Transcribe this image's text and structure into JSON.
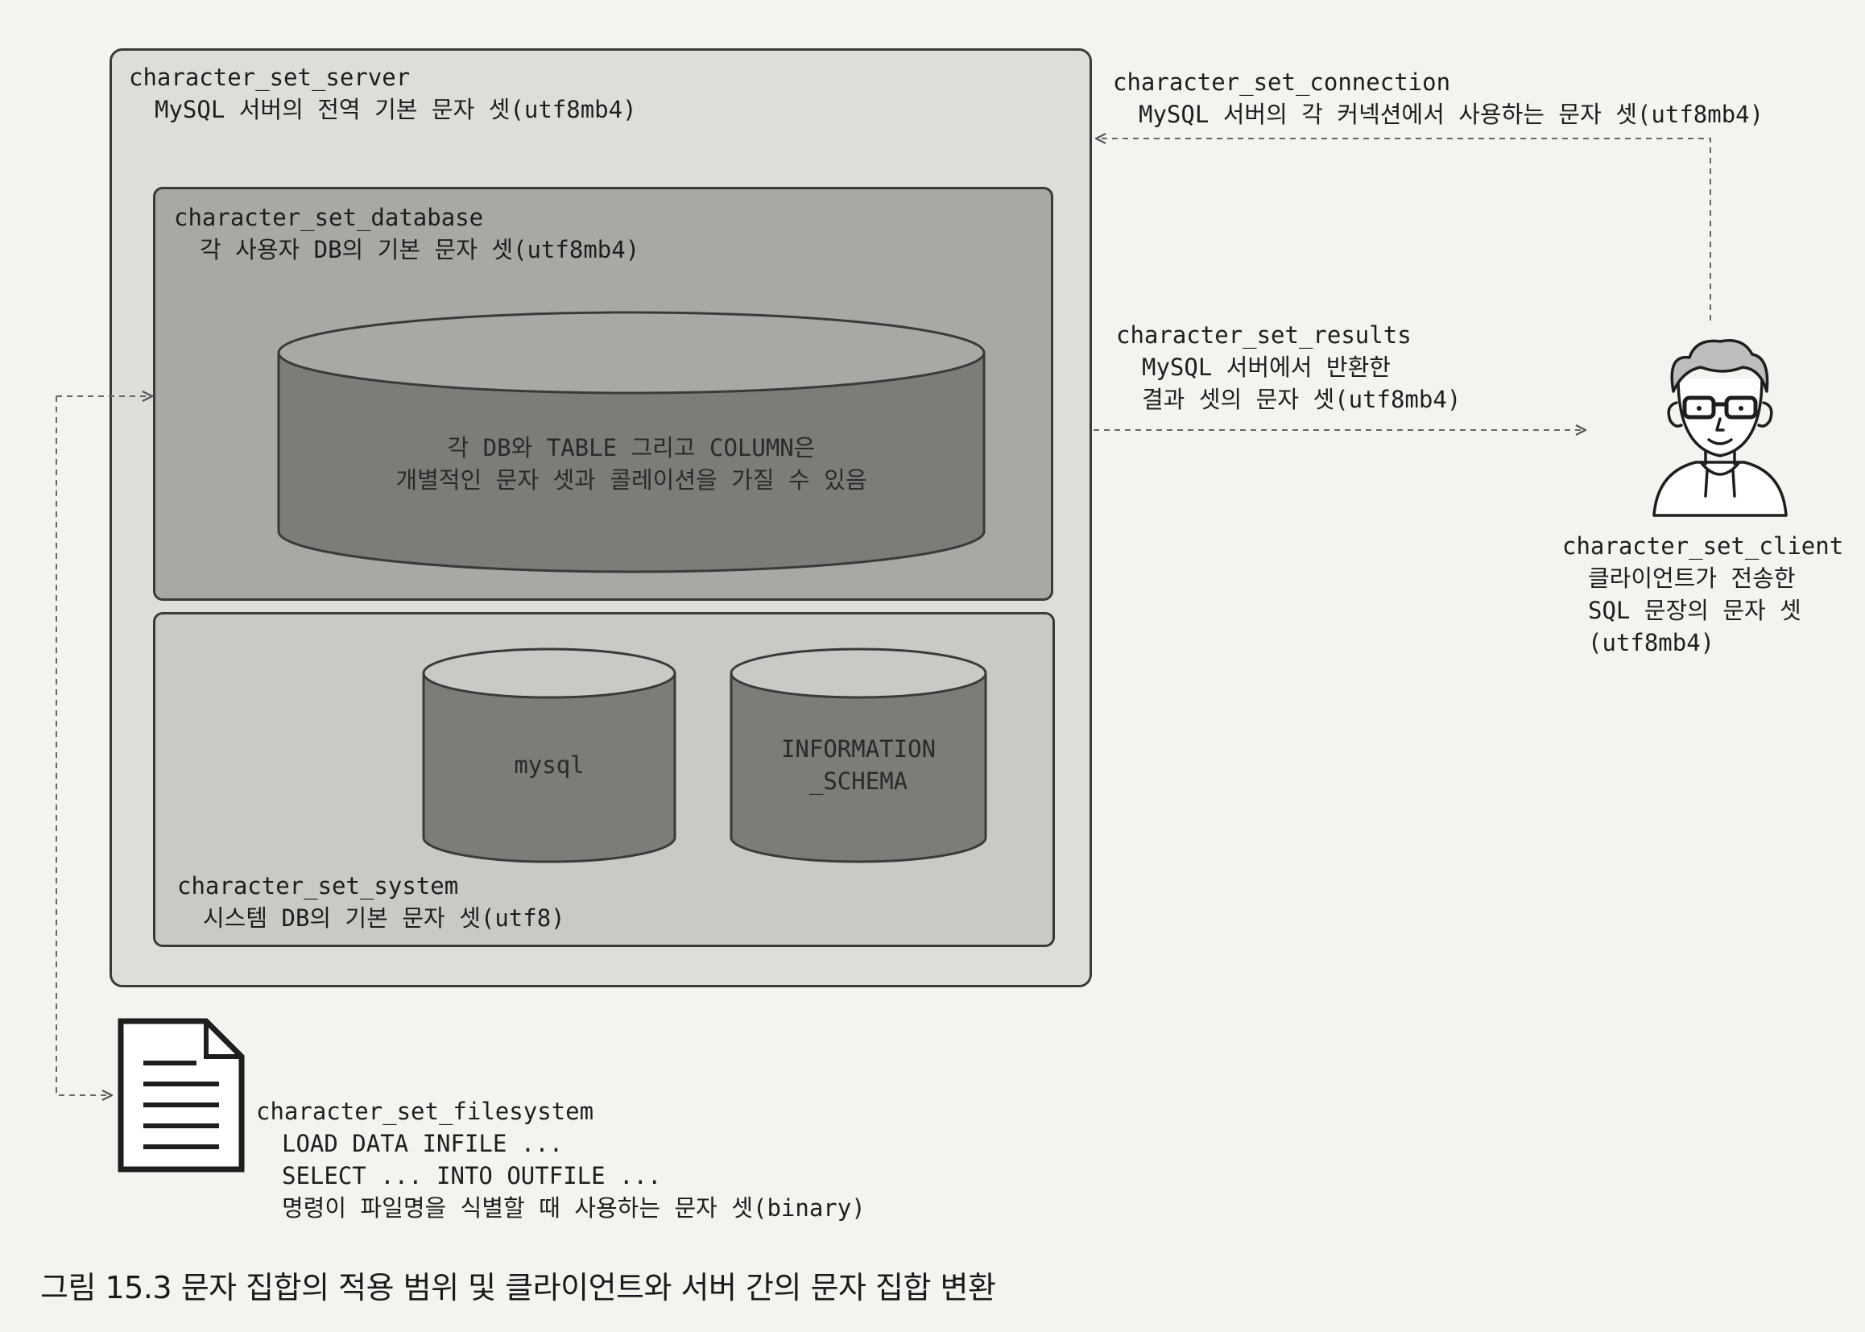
{
  "server": {
    "name": "character_set_server",
    "desc": "MySQL 서버의 전역 기본 문자 셋(utf8mb4)"
  },
  "database": {
    "name": "character_set_database",
    "desc": "각 사용자 DB의 기본 문자 셋(utf8mb4)",
    "cylinder_line1": "각 DB와 TABLE 그리고 COLUMN은",
    "cylinder_line2": "개별적인 문자 셋과 콜레이션을 가질 수 있음"
  },
  "system": {
    "name": "character_set_system",
    "desc": "시스템 DB의 기본 문자 셋(utf8)",
    "db1": "mysql",
    "db2_line1": "INFORMATION",
    "db2_line2": "_SCHEMA"
  },
  "connection": {
    "name": "character_set_connection",
    "desc": "MySQL 서버의 각 커넥션에서 사용하는 문자 셋(utf8mb4)"
  },
  "results": {
    "name": "character_set_results",
    "desc_line1": "MySQL 서버에서 반환한",
    "desc_line2": "결과 셋의 문자 셋(utf8mb4)"
  },
  "client": {
    "name": "character_set_client",
    "desc_line1": "클라이언트가 전송한",
    "desc_line2": "SQL 문장의 문자 셋",
    "desc_line3": "(utf8mb4)"
  },
  "filesystem": {
    "name": "character_set_filesystem",
    "line1": "LOAD DATA INFILE ...",
    "line2": "SELECT ... INTO OUTFILE ...",
    "line3": "명령이 파일명을 식별할 때 사용하는 문자 셋(binary)"
  },
  "caption": "그림 15.3 문자 집합의 적용 범위 및 클라이언트와 서버 간의 문자 집합 변환",
  "colors": {
    "server_fill": "#ddddd9",
    "database_fill": "#a8a8a4",
    "system_fill": "#c9c9c5",
    "cylinder_fill": "#7c7c78",
    "line": "#3a3a3a"
  },
  "icons": {
    "person": "developer-with-glasses-icon",
    "document": "document-icon"
  }
}
